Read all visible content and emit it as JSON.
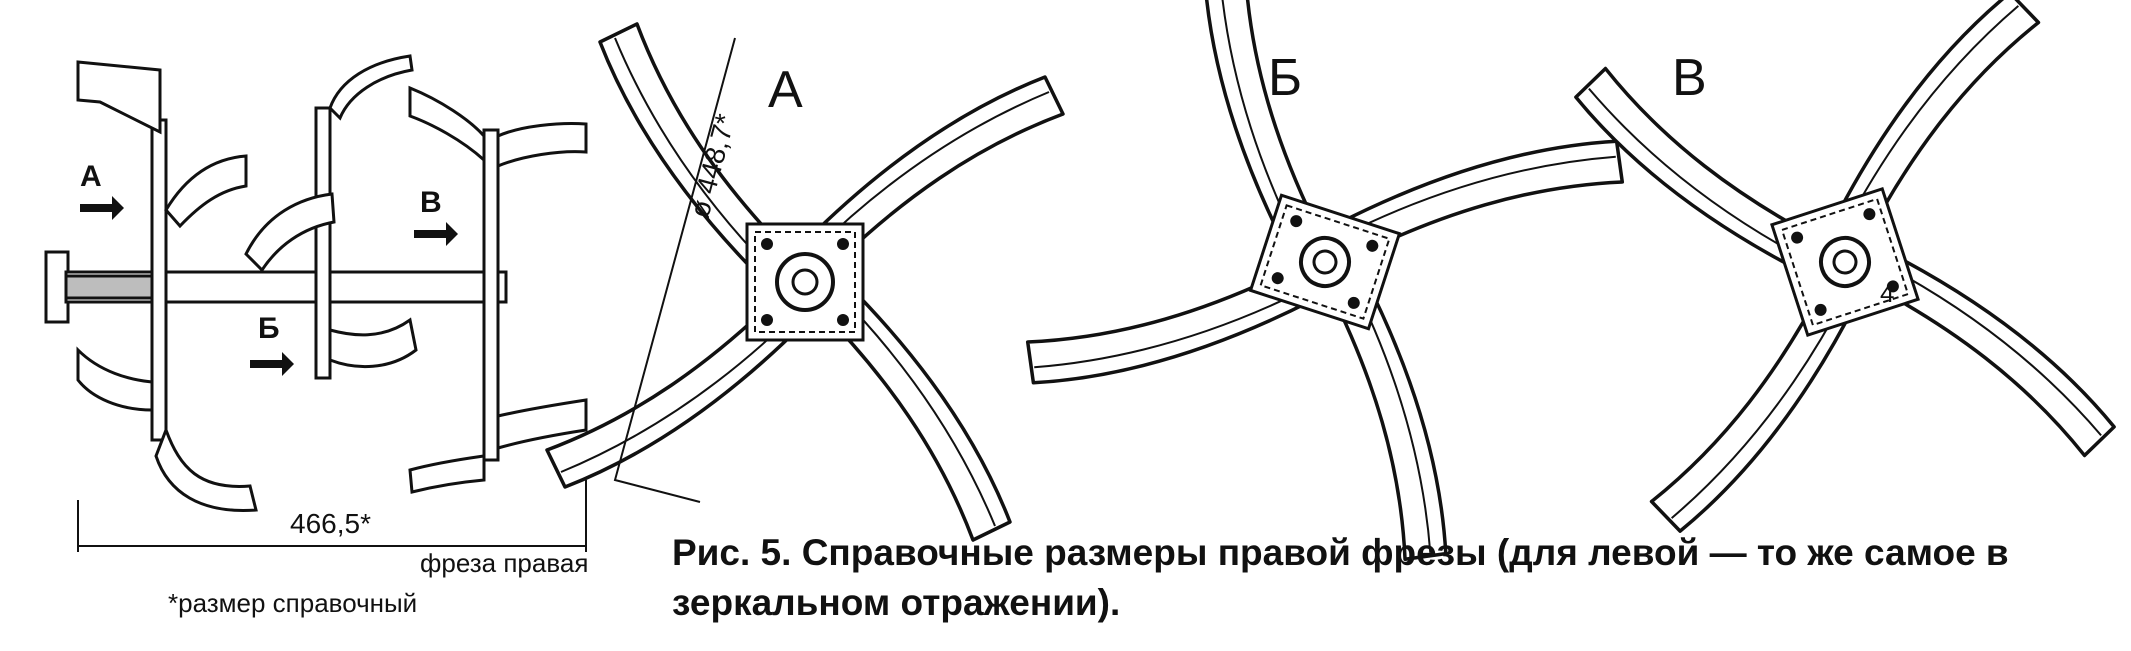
{
  "labels": {
    "view_a": "А",
    "view_b": "Б",
    "view_v": "В",
    "arrow_a": "А",
    "arrow_b": "Б",
    "arrow_v": "В",
    "diameter": "ø 448,7*",
    "length": "466,5*",
    "tiller_side": "фреза правая",
    "ref_note": "*размер справочный",
    "hole_number": "4"
  },
  "caption": "Рис. 5. Справочные размеры правой фрезы (для левой — то же самое в зеркальном отражении)."
}
